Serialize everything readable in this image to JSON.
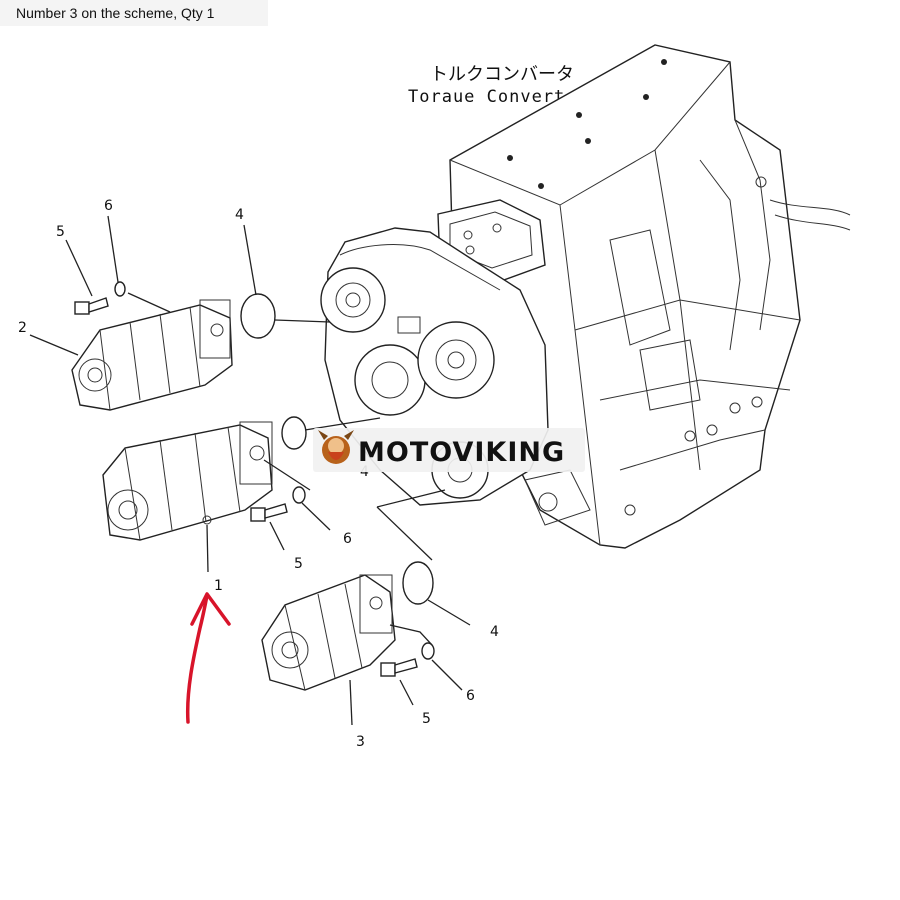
{
  "caption": "Number 3 on the scheme, Qty 1",
  "title": {
    "japanese": "トルクコンバータ",
    "english": "Toraue Converter"
  },
  "watermark": {
    "text": "MOTOVIKING"
  },
  "callouts": {
    "c1": "1",
    "c2": "2",
    "c3": "3",
    "c4a": "4",
    "c4b": "4",
    "c4c": "4",
    "c5a": "5",
    "c5b": "5",
    "c5c": "5",
    "c6a": "6",
    "c6b": "6",
    "c6c": "6"
  },
  "colors": {
    "highlight_arrow": "#d8142a",
    "line": "#222222"
  }
}
